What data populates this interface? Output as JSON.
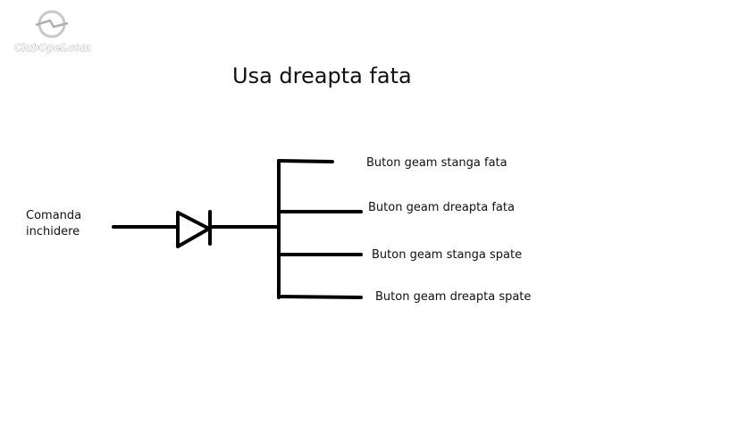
{
  "watermark": {
    "text": "ClubOpel.com",
    "icon": "opel-logo-icon"
  },
  "title": "Usa dreapta fata",
  "input": {
    "line1": "Comanda",
    "line2": "inchidere"
  },
  "outputs": [
    {
      "label": "Buton geam stanga fata"
    },
    {
      "label": "Buton geam dreapta fata"
    },
    {
      "label": "Buton geam stanga spate"
    },
    {
      "label": "Buton geam dreapta spate"
    }
  ],
  "colors": {
    "line": "#000000",
    "text": "#111111",
    "background": "#ffffff"
  }
}
